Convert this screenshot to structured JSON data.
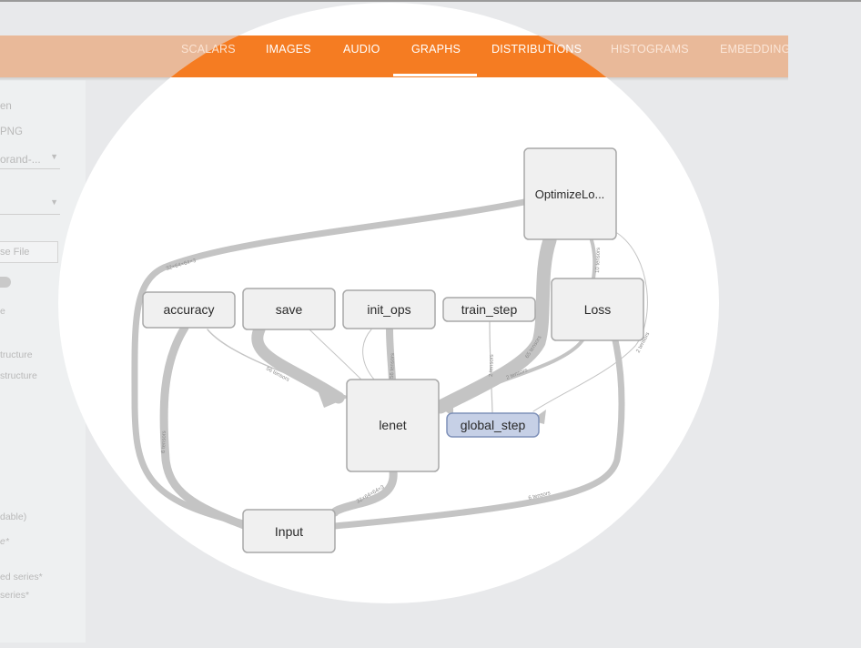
{
  "tabs": [
    {
      "label": "SCALARS",
      "x": 0,
      "state": "inactive"
    },
    {
      "label": "IMAGES",
      "x": 0,
      "state": "active-area"
    },
    {
      "label": "AUDIO",
      "x": 0,
      "state": "active-area"
    },
    {
      "label": "GRAPHS",
      "x": 0,
      "state": "selected"
    },
    {
      "label": "DISTRIBUTIONS",
      "x": 0,
      "state": "active-area"
    },
    {
      "label": "HISTOGRAMS",
      "x": 0,
      "state": "dim"
    },
    {
      "label": "EMBEDDINGS",
      "x": 0,
      "state": "dim"
    }
  ],
  "sidebar": {
    "lines": [
      {
        "text": "en"
      },
      {
        "text": "PNG"
      },
      {
        "text": "orand-..."
      },
      {
        "text": "se File"
      },
      {
        "text": "e"
      },
      {
        "text": "tructure"
      },
      {
        "text": "structure"
      },
      {
        "text": "dable)"
      },
      {
        "text": "e*"
      },
      {
        "text": "ed series*"
      },
      {
        "text": " series*"
      }
    ]
  },
  "graph": {
    "nodes": [
      {
        "id": "optimize",
        "label": "OptimizeLo..."
      },
      {
        "id": "accuracy",
        "label": "accuracy"
      },
      {
        "id": "save",
        "label": "save"
      },
      {
        "id": "init_ops",
        "label": "init_ops"
      },
      {
        "id": "train_step",
        "label": "train_step"
      },
      {
        "id": "loss",
        "label": "Loss"
      },
      {
        "id": "lenet",
        "label": "lenet"
      },
      {
        "id": "global_step",
        "label": "global_step",
        "highlight": true
      },
      {
        "id": "input",
        "label": "Input"
      }
    ],
    "edge_labels": [
      {
        "text": "32×64×64×3"
      },
      {
        "text": "6 tensors"
      },
      {
        "text": "56 tensors"
      },
      {
        "text": "56 tensors"
      },
      {
        "text": "2 tensors"
      },
      {
        "text": "65 tensors"
      },
      {
        "text": "10 tensors"
      },
      {
        "text": "2 tensors"
      },
      {
        "text": "2 tensors"
      },
      {
        "text": "32×64×64×3"
      },
      {
        "text": "6 tensors"
      }
    ]
  },
  "colors": {
    "accent": "#f57c22",
    "header_dim": "#e9b999",
    "node_fill": "#f0f0f0",
    "node_stroke": "#a8a8a8",
    "edge": "#c4c4c4",
    "highlight_fill": "#c6d0e6",
    "highlight_stroke": "#7f91b9"
  }
}
